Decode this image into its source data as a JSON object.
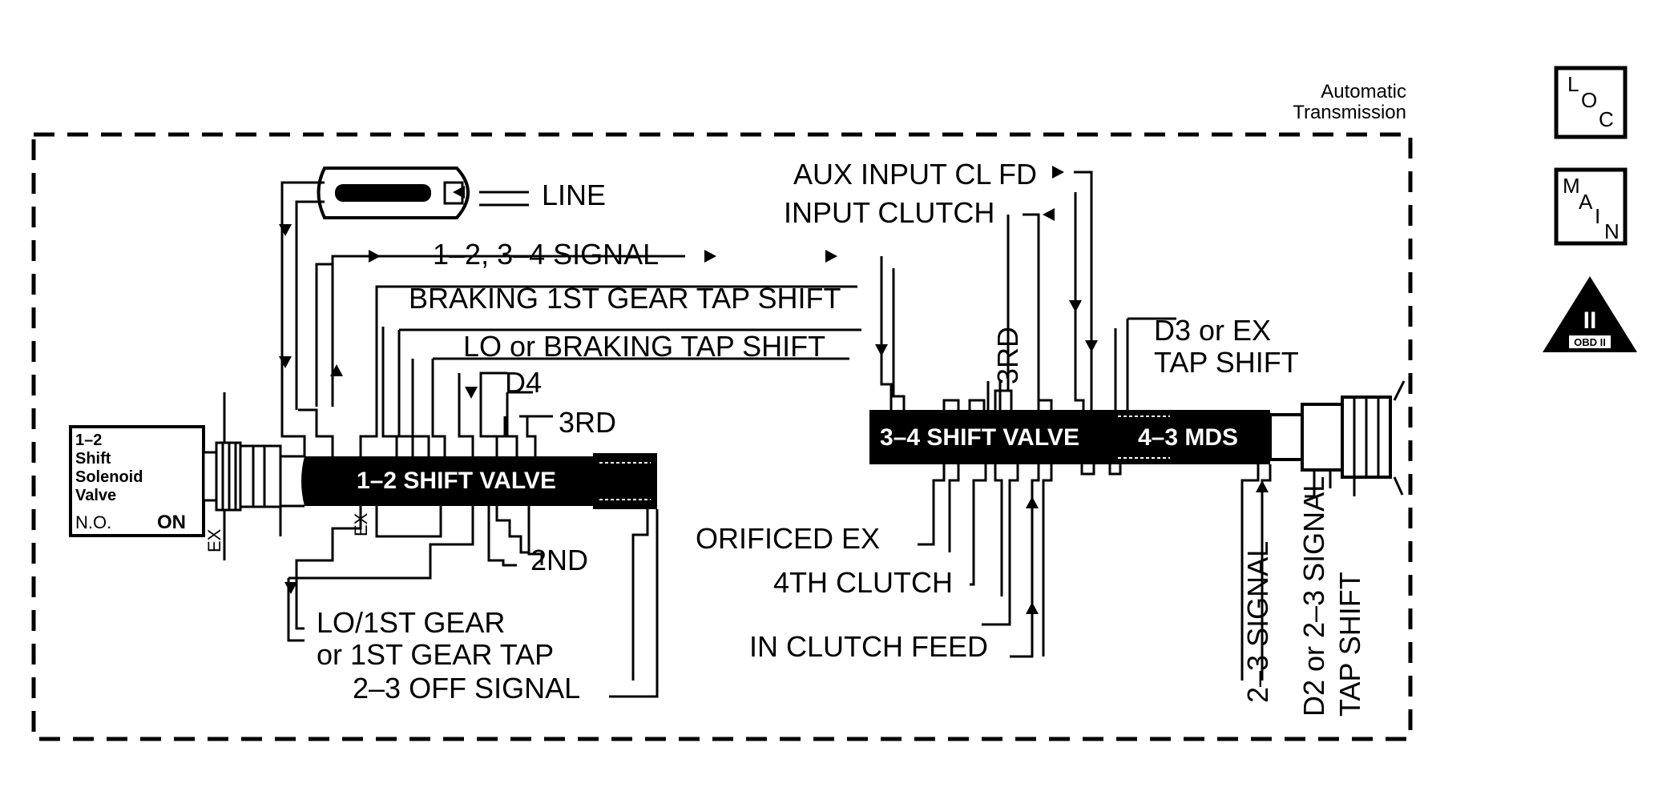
{
  "header": {
    "title_line1": "Automatic",
    "title_line2": "Transmission"
  },
  "legend": {
    "loc": {
      "l": "L",
      "o": "O",
      "c": "C"
    },
    "main": {
      "m": "M",
      "a": "A",
      "i": "I",
      "n": "N"
    },
    "obd": {
      "numeral": "II",
      "caption": "OBD II"
    }
  },
  "solenoid": {
    "line1": "1–2",
    "line2": "Shift",
    "line3": "Solenoid",
    "line4": "Valve",
    "line5": "N.O.",
    "state": "ON"
  },
  "valves": {
    "v12": "1–2 SHIFT VALVE",
    "v34": "3–4 SHIFT VALVE",
    "mds": "4–3 MDS"
  },
  "labels": {
    "line": "LINE",
    "signal_1234": "1–2, 3–4 SIGNAL",
    "braking_1st": "BRAKING 1ST GEAR TAP SHIFT",
    "lo_braking": "LO or BRAKING TAP SHIFT",
    "d4": "D4",
    "third_left": "3RD",
    "second": "2ND",
    "lo1st_a": "LO/1ST GEAR",
    "lo1st_b": "or 1ST GEAR TAP",
    "off_23": "2–3 OFF SIGNAL",
    "ex_a": "EX",
    "ex_b": "EX",
    "aux_input": "AUX INPUT CL FD",
    "input_clutch": "INPUT CLUTCH",
    "third_right": "3RD",
    "d3_a": "D3 or EX",
    "d3_b": "TAP SHIFT",
    "orificed_ex": "ORIFICED EX",
    "fourth_clutch": "4TH CLUTCH",
    "in_clutch_feed": "IN CLUTCH FEED",
    "sig23": "2–3 SIGNAL",
    "d2_a": "D2 or 2–3 SIGNAL",
    "d2_b": "TAP SHIFT"
  }
}
